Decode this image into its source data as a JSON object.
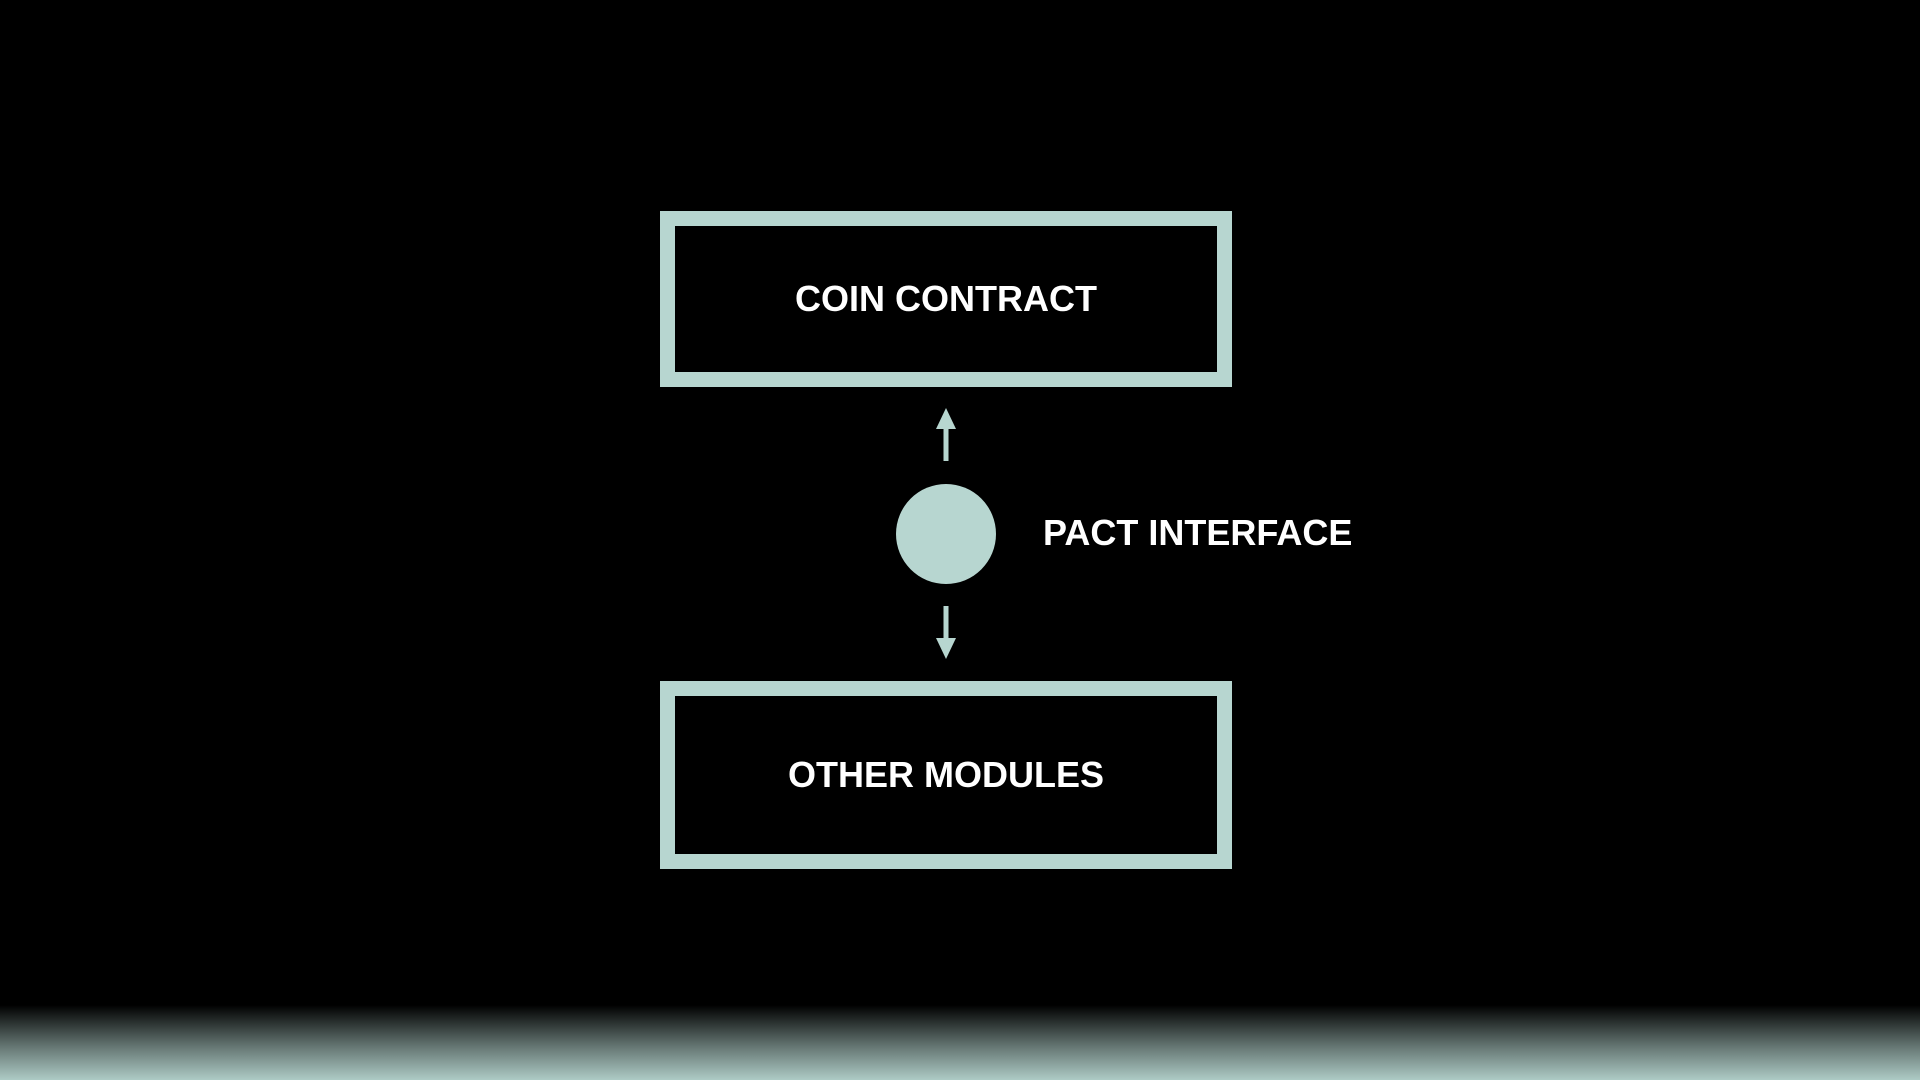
{
  "diagram": {
    "top_box": {
      "label": "COIN CONTRACT"
    },
    "bottom_box": {
      "label": "OTHER MODULES"
    },
    "interface": {
      "label": "PACT INTERFACE"
    }
  },
  "colors": {
    "background": "#000000",
    "accent": "#b7d6d0",
    "text": "#ffffff"
  }
}
